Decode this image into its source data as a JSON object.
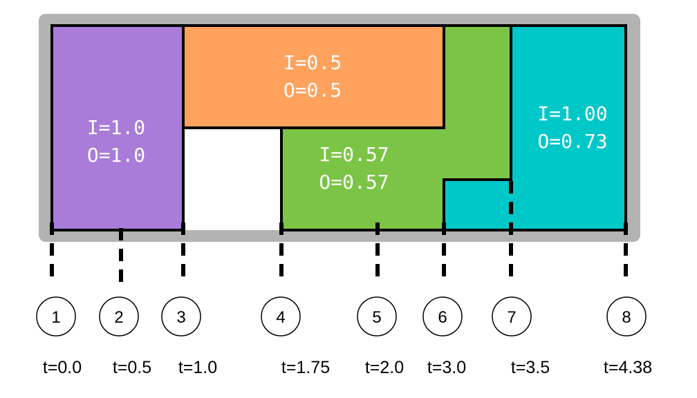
{
  "regions": [
    {
      "id": "purple",
      "color": "#a87cd8",
      "i_label": "I=1.0",
      "o_label": "O=1.0"
    },
    {
      "id": "orange",
      "color": "#ffa25e",
      "i_label": "I=0.5",
      "o_label": "O=0.5"
    },
    {
      "id": "green",
      "color": "#7cc446",
      "i_label": "I=0.57",
      "o_label": "O=0.57"
    },
    {
      "id": "cyan",
      "color": "#00c8c8",
      "i_label": "I=1.00",
      "o_label": "O=0.73"
    }
  ],
  "frame_color": "#b3b3b3",
  "markers": [
    {
      "number": "1",
      "time": "t=0.0"
    },
    {
      "number": "2",
      "time": "t=0.5"
    },
    {
      "number": "3",
      "time": "t=1.0"
    },
    {
      "number": "4",
      "time": "t=1.75"
    },
    {
      "number": "5",
      "time": "t=2.0"
    },
    {
      "number": "6",
      "time": "t=3.0"
    },
    {
      "number": "7",
      "time": "t=3.5"
    },
    {
      "number": "8",
      "time": "t=4.38"
    }
  ]
}
